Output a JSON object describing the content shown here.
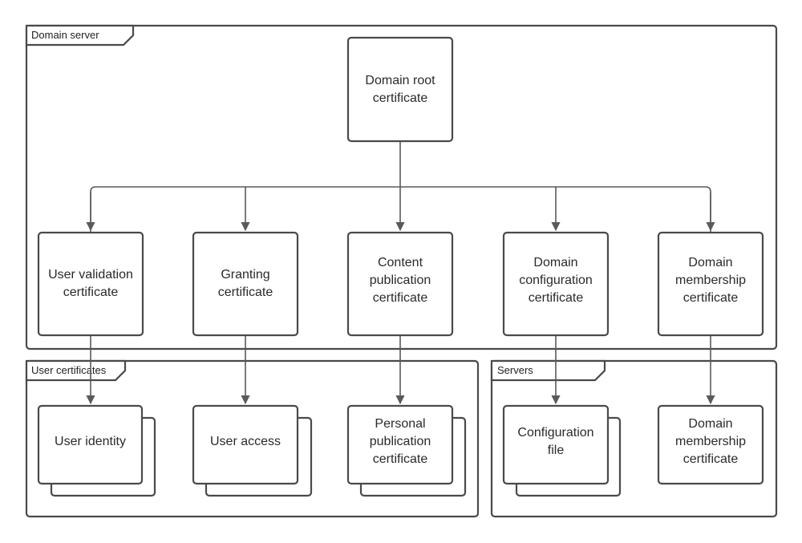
{
  "frames": {
    "domain_server": "Domain server",
    "user_certificates": "User certificates",
    "servers": "Servers"
  },
  "nodes": {
    "domain_root": "Domain root\ncertificate",
    "user_validation": "User validation\ncertificate",
    "granting": "Granting\ncertificate",
    "content_publication": "Content\npublication\ncertificate",
    "domain_configuration": "Domain\nconfiguration\ncertificate",
    "domain_membership": "Domain\nmembership\ncertificate",
    "user_identity": "User identity",
    "user_access": "User access",
    "personal_publication": "Personal\npublication\ncertificate",
    "configuration_file": "Configuration\nfile",
    "domain_membership_server": "Domain\nmembership\ncertificate"
  }
}
